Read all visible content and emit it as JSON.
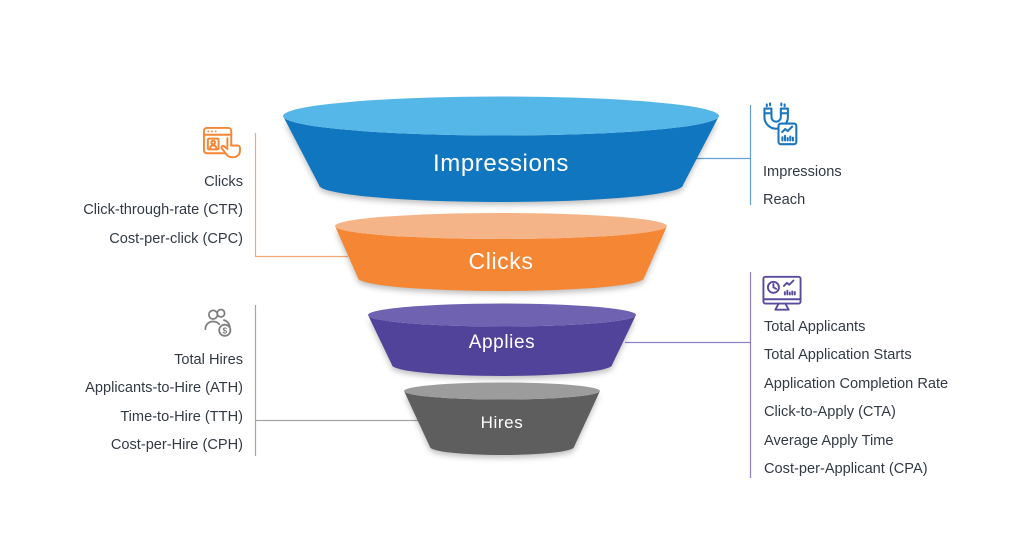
{
  "diagram_type": "recruitment-marketing-funnel",
  "funnel": {
    "stages": [
      {
        "label": "Impressions",
        "colors": {
          "body": "#1076c0",
          "top": "#55b7e8"
        }
      },
      {
        "label": "Clicks",
        "colors": {
          "body": "#f58634",
          "top": "#f4b488"
        }
      },
      {
        "label": "Applies",
        "colors": {
          "body": "#52439a",
          "top": "#6f63b1"
        }
      },
      {
        "label": "Hires",
        "colors": {
          "body": "#5e5e5e",
          "top": "#9c9c9c"
        }
      }
    ]
  },
  "annotations": {
    "left_top": {
      "icon": "browser-click-icon",
      "icon_color": "#f58634",
      "line_color": "#f5a876",
      "items": [
        "Clicks",
        "Click-through-rate (CTR)",
        "Cost-per-click (CPC)"
      ]
    },
    "left_bottom": {
      "icon": "people-dollar-icon",
      "icon_color": "#7d7d7d",
      "line_color": "#a6a6a6",
      "dollar_glyph": "$",
      "items": [
        "Total Hires",
        "Applicants-to-Hire (ATH)",
        "Time-to-Hire (TTH)",
        "Cost-per-Hire (CPH)"
      ]
    },
    "right_top": {
      "icon": "magnet-analytics-icon",
      "icon_color": "#1b75bc",
      "line_color": "#63a0d4",
      "items": [
        "Impressions",
        "Reach"
      ]
    },
    "right_bottom": {
      "icon": "monitor-analytics-icon",
      "icon_color": "#5b4b9d",
      "line_color": "#8d82c2",
      "items": [
        "Total Applicants",
        "Total Application Starts",
        "Application Completion Rate",
        "Click-to-Apply (CTA)",
        "Average Apply Time",
        "Cost-per-Applicant (CPA)"
      ]
    }
  },
  "text_color": "#333a44"
}
